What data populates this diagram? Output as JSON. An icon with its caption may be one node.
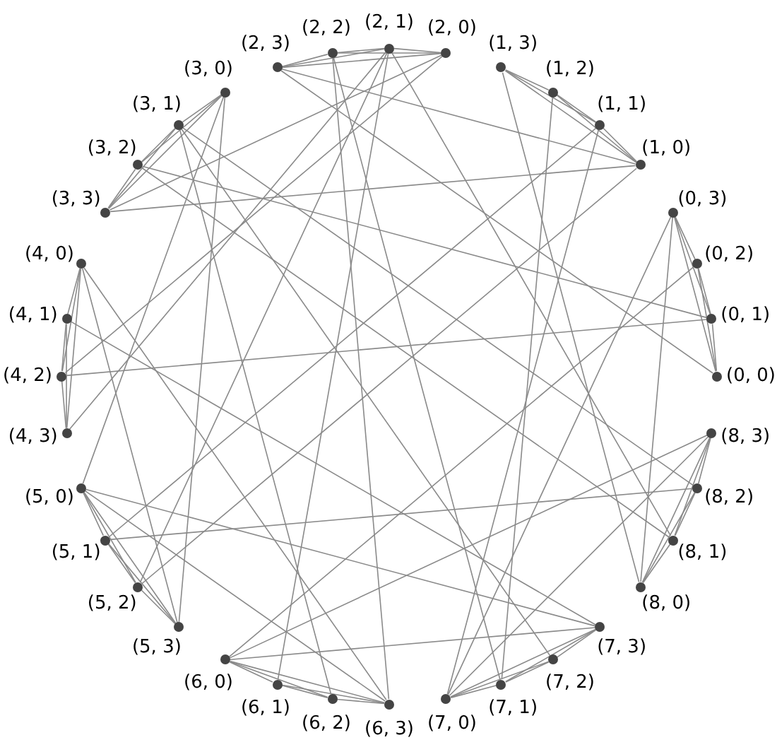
{
  "diagram": {
    "nodes": [
      {
        "text": [
          "(0, 0)"
        ]
      },
      {
        "text": [
          "(0, 1)"
        ]
      },
      {
        "text": [
          "(0, 2)"
        ]
      },
      {
        "text": [
          "(0, 3)"
        ]
      },
      {
        "text": [
          "(1, 0)"
        ]
      },
      {
        "text": [
          "(1, 1)"
        ]
      },
      {
        "text": [
          "(1, 2)"
        ]
      },
      {
        "text": [
          "(1, 3)"
        ]
      },
      {
        "text": [
          "(2, 0)"
        ]
      },
      {
        "text": [
          "(2, 1)"
        ]
      },
      {
        "text": [
          "(2, 2)"
        ]
      },
      {
        "text": [
          "(2, 3)"
        ]
      },
      {
        "text": [
          "(3, 0)"
        ]
      },
      {
        "text": [
          "(3, 1)"
        ]
      },
      {
        "text": [
          "(3, 2)"
        ]
      },
      {
        "text": [
          "(3, 3)"
        ]
      },
      {
        "text": [
          "(4, 0)"
        ]
      },
      {
        "text": [
          "(4, 1)"
        ]
      },
      {
        "text": [
          "(4, 2)"
        ]
      },
      {
        "text": [
          "(4, 3)"
        ]
      },
      {
        "text": [
          "(5, 0)"
        ]
      },
      {
        "text": [
          "(5, 1)"
        ]
      },
      {
        "text": [
          "(5, 2)"
        ]
      },
      {
        "text": [
          "(5, 3)"
        ]
      },
      {
        "text": [
          "(6, 0)"
        ]
      },
      {
        "text": [
          "(6, 1)"
        ]
      },
      {
        "text": [
          "(6, 2)"
        ]
      },
      {
        "text": [
          "(6, 3)"
        ]
      },
      {
        "text": [
          "(7, 0)"
        ]
      },
      {
        "text": [
          "(7, 1)"
        ]
      },
      {
        "text": [
          "(7, 2)"
        ]
      },
      {
        "text": [
          "(7, 3)"
        ]
      },
      {
        "text": [
          "(8, 0)"
        ]
      },
      {
        "text": [
          "(8, 1)"
        ]
      },
      {
        "text": [
          "(8, 2)"
        ]
      },
      {
        "text": [
          "(8, 3)"
        ]
      }
    ],
    "edges": [
      {
        "from": 0,
        "to": 1,
        "arrow": "none"
      },
      {
        "from": 0,
        "to": 2,
        "arrow": "none"
      },
      {
        "from": 0,
        "to": 3,
        "arrow": "none"
      },
      {
        "from": 1,
        "to": 2,
        "arrow": "none"
      },
      {
        "from": 1,
        "to": 3,
        "arrow": "none"
      },
      {
        "from": 2,
        "to": 3,
        "arrow": "none"
      },
      {
        "from": 4,
        "to": 5,
        "arrow": "none"
      },
      {
        "from": 4,
        "to": 6,
        "arrow": "none"
      },
      {
        "from": 4,
        "to": 7,
        "arrow": "none"
      },
      {
        "from": 5,
        "to": 6,
        "arrow": "none"
      },
      {
        "from": 5,
        "to": 7,
        "arrow": "none"
      },
      {
        "from": 6,
        "to": 7,
        "arrow": "none"
      },
      {
        "from": 8,
        "to": 9,
        "arrow": "none"
      },
      {
        "from": 8,
        "to": 10,
        "arrow": "none"
      },
      {
        "from": 8,
        "to": 11,
        "arrow": "none"
      },
      {
        "from": 9,
        "to": 10,
        "arrow": "none"
      },
      {
        "from": 9,
        "to": 11,
        "arrow": "none"
      },
      {
        "from": 10,
        "to": 11,
        "arrow": "none"
      },
      {
        "from": 12,
        "to": 13,
        "arrow": "none"
      },
      {
        "from": 12,
        "to": 14,
        "arrow": "none"
      },
      {
        "from": 12,
        "to": 15,
        "arrow": "none"
      },
      {
        "from": 13,
        "to": 14,
        "arrow": "none"
      },
      {
        "from": 13,
        "to": 15,
        "arrow": "none"
      },
      {
        "from": 14,
        "to": 15,
        "arrow": "none"
      },
      {
        "from": 16,
        "to": 17,
        "arrow": "none"
      },
      {
        "from": 16,
        "to": 18,
        "arrow": "none"
      },
      {
        "from": 16,
        "to": 19,
        "arrow": "none"
      },
      {
        "from": 17,
        "to": 18,
        "arrow": "none"
      },
      {
        "from": 17,
        "to": 19,
        "arrow": "none"
      },
      {
        "from": 18,
        "to": 19,
        "arrow": "none"
      },
      {
        "from": 20,
        "to": 21,
        "arrow": "none"
      },
      {
        "from": 20,
        "to": 22,
        "arrow": "none"
      },
      {
        "from": 20,
        "to": 23,
        "arrow": "none"
      },
      {
        "from": 21,
        "to": 22,
        "arrow": "none"
      },
      {
        "from": 21,
        "to": 23,
        "arrow": "none"
      },
      {
        "from": 22,
        "to": 23,
        "arrow": "none"
      },
      {
        "from": 24,
        "to": 25,
        "arrow": "none"
      },
      {
        "from": 24,
        "to": 26,
        "arrow": "none"
      },
      {
        "from": 24,
        "to": 27,
        "arrow": "none"
      },
      {
        "from": 25,
        "to": 26,
        "arrow": "none"
      },
      {
        "from": 25,
        "to": 27,
        "arrow": "none"
      },
      {
        "from": 26,
        "to": 27,
        "arrow": "none"
      },
      {
        "from": 28,
        "to": 29,
        "arrow": "none"
      },
      {
        "from": 28,
        "to": 30,
        "arrow": "none"
      },
      {
        "from": 28,
        "to": 31,
        "arrow": "none"
      },
      {
        "from": 29,
        "to": 30,
        "arrow": "none"
      },
      {
        "from": 29,
        "to": 31,
        "arrow": "none"
      },
      {
        "from": 30,
        "to": 31,
        "arrow": "none"
      },
      {
        "from": 32,
        "to": 33,
        "arrow": "none"
      },
      {
        "from": 32,
        "to": 34,
        "arrow": "none"
      },
      {
        "from": 32,
        "to": 35,
        "arrow": "none"
      },
      {
        "from": 33,
        "to": 34,
        "arrow": "none"
      },
      {
        "from": 33,
        "to": 35,
        "arrow": "none"
      },
      {
        "from": 34,
        "to": 35,
        "arrow": "none"
      },
      {
        "from": 15,
        "to": 4,
        "arrow": "none"
      },
      {
        "from": 15,
        "to": 8,
        "arrow": "none"
      },
      {
        "from": 14,
        "to": 1,
        "arrow": "none"
      },
      {
        "from": 14,
        "to": 33,
        "arrow": "none"
      },
      {
        "from": 13,
        "to": 30,
        "arrow": "none"
      },
      {
        "from": 13,
        "to": 26,
        "arrow": "none"
      },
      {
        "from": 12,
        "to": 23,
        "arrow": "none"
      },
      {
        "from": 12,
        "to": 20,
        "arrow": "none"
      },
      {
        "from": 11,
        "to": 4,
        "arrow": "none"
      },
      {
        "from": 11,
        "to": 0,
        "arrow": "none"
      },
      {
        "from": 10,
        "to": 27,
        "arrow": "none"
      },
      {
        "from": 10,
        "to": 29,
        "arrow": "none"
      },
      {
        "from": 9,
        "to": 25,
        "arrow": "none"
      },
      {
        "from": 9,
        "to": 19,
        "arrow": "none"
      },
      {
        "from": 9,
        "to": 22,
        "arrow": "none"
      },
      {
        "from": 8,
        "to": 18,
        "arrow": "none"
      },
      {
        "from": 7,
        "to": 32,
        "arrow": "none"
      },
      {
        "from": 6,
        "to": 29,
        "arrow": "none"
      },
      {
        "from": 5,
        "to": 21,
        "arrow": "none"
      },
      {
        "from": 4,
        "to": 22,
        "arrow": "none"
      },
      {
        "from": 3,
        "to": 32,
        "arrow": "none"
      },
      {
        "from": 3,
        "to": 28,
        "arrow": "none"
      },
      {
        "from": 2,
        "to": 24,
        "arrow": "none"
      },
      {
        "from": 1,
        "to": 18,
        "arrow": "none"
      },
      {
        "from": 20,
        "to": 31,
        "arrow": "none"
      },
      {
        "from": 20,
        "to": 27,
        "arrow": "none"
      },
      {
        "from": 34,
        "to": 21,
        "arrow": "none"
      },
      {
        "from": 24,
        "to": 31,
        "arrow": "none"
      },
      {
        "from": 24,
        "to": 35,
        "arrow": "none"
      },
      {
        "from": 16,
        "to": 27,
        "arrow": "none"
      },
      {
        "from": 16,
        "to": 23,
        "arrow": "none"
      },
      {
        "from": 33,
        "to": 9,
        "arrow": "none"
      },
      {
        "from": 34,
        "to": 13,
        "arrow": "none"
      },
      {
        "from": 28,
        "to": 35,
        "arrow": "none"
      },
      {
        "from": 28,
        "to": 5,
        "arrow": "none"
      },
      {
        "from": 31,
        "to": 17,
        "arrow": "none"
      }
    ]
  }
}
